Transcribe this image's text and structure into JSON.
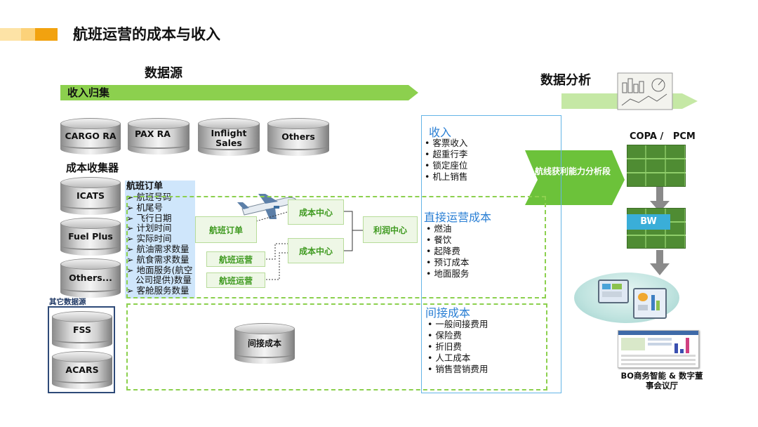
{
  "title": "航班运营的成本与收入",
  "source_heading": "数据源",
  "analysis_heading": "数据分析",
  "revenue_collect": "收入归集",
  "revenue_sources": [
    "CARGO RA",
    "PAX RA",
    "Inflight Sales",
    "Others"
  ],
  "cost_collector": "成本收集器",
  "cost_sources": [
    "ICATS",
    "Fuel Plus",
    "Others..."
  ],
  "other_sources_label": "其它数据源",
  "other_sources": [
    "FSS",
    "ACARS"
  ],
  "flight_order": {
    "title": "航班订单",
    "items": [
      "航班号码",
      "机尾号",
      "飞行日期",
      "计划时间",
      "实际时间",
      "航油需求数量",
      "航食需求数量",
      "地面服务(航空",
      "公司提供)数量",
      "客舱服务数量"
    ]
  },
  "flow": {
    "flight_order_box": "航班订单",
    "flight_ops_1": "航班运营",
    "flight_ops_2": "航班运营",
    "cost_center_1": "成本中心",
    "cost_center_2": "成本中心",
    "profit_center": "利润中心",
    "indirect_cost_db": "间接成本"
  },
  "revenue_panel": {
    "title": "收入",
    "items": [
      "客票收入",
      "超重行李",
      "锁定座位",
      "机上销售"
    ]
  },
  "direct_cost_panel": {
    "title": "直接运营成本",
    "items": [
      "燃油",
      "餐饮",
      "起降费",
      "预订成本",
      "地面服务"
    ]
  },
  "indirect_cost_panel": {
    "title": "间接成本",
    "items": [
      "一般间接费用",
      "保险费",
      "折旧费",
      "人工成本",
      "销售营销费用"
    ]
  },
  "analysis": {
    "route_profit": "航线获利能力分析段",
    "copa_pcm": "COPA /   PCM",
    "bw": "BW",
    "bo_caption": "BO商务智能 & 数字董事会议厅"
  },
  "colors": {
    "green": "#8cd04e",
    "accent_green": "#3f9a20",
    "blue": "#2a7fd4",
    "orange": "#f2a20f",
    "cube_green": "#5a9a3a"
  }
}
